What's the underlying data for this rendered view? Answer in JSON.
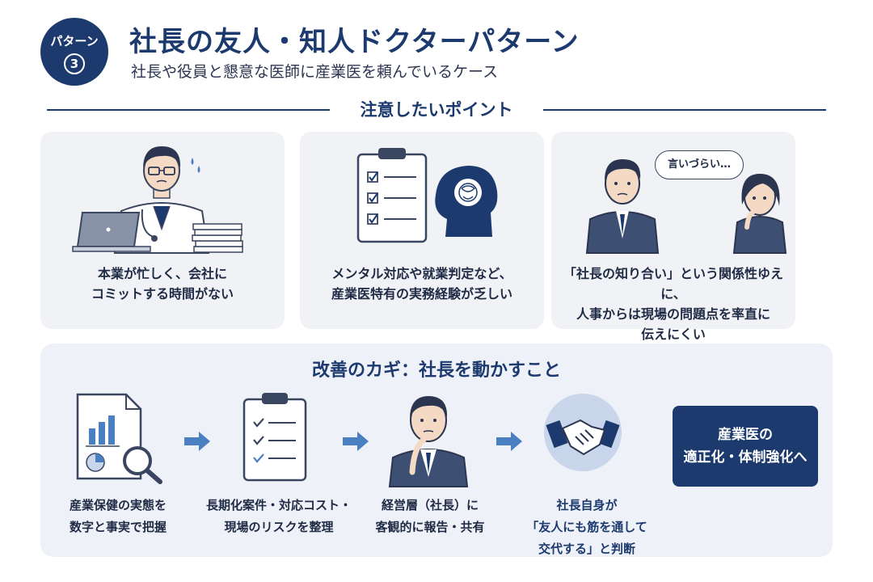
{
  "badge": {
    "line1": "パターン",
    "line2": "3"
  },
  "header": {
    "title": "社長の友人・知人ドクターパターン",
    "subtitle": "社長や役員と懇意な医師に産業医を頼んでいるケース"
  },
  "points": {
    "heading": "注意したいポイント",
    "cards": [
      {
        "lines": [
          "本業が忙しく、会社に",
          "コミットする時間がない"
        ]
      },
      {
        "lines": [
          "メンタル対応や就業判定など、",
          "産業医特有の実務経験が乏しい"
        ]
      },
      {
        "speech": "言いづらい…",
        "lines": [
          "「社長の知り合い」という関係性ゆえに、",
          "人事からは現場の問題点を率直に",
          "伝えにくい"
        ]
      }
    ]
  },
  "improve": {
    "heading": "改善のカギ：社長を動かすこと",
    "steps": [
      {
        "lines": [
          "産業保健の実態を",
          "数字と事実で把握"
        ]
      },
      {
        "lines": [
          "長期化案件・対応コスト・",
          "現場のリスクを整理"
        ]
      },
      {
        "lines": [
          "経営層（社長）に",
          "客観的に報告・共有"
        ]
      },
      {
        "lines": [
          "社長自身が",
          "「友人にも筋を通して",
          "交代する」と判断"
        ]
      }
    ],
    "result": {
      "lines": [
        "産業医の",
        "適正化・体制強化へ"
      ]
    }
  },
  "colors": {
    "navy": "#1d3a6e",
    "card_bg": "#f0f2f6",
    "panel_bg": "#eef1f8",
    "arrow": "#4a7fc1"
  }
}
